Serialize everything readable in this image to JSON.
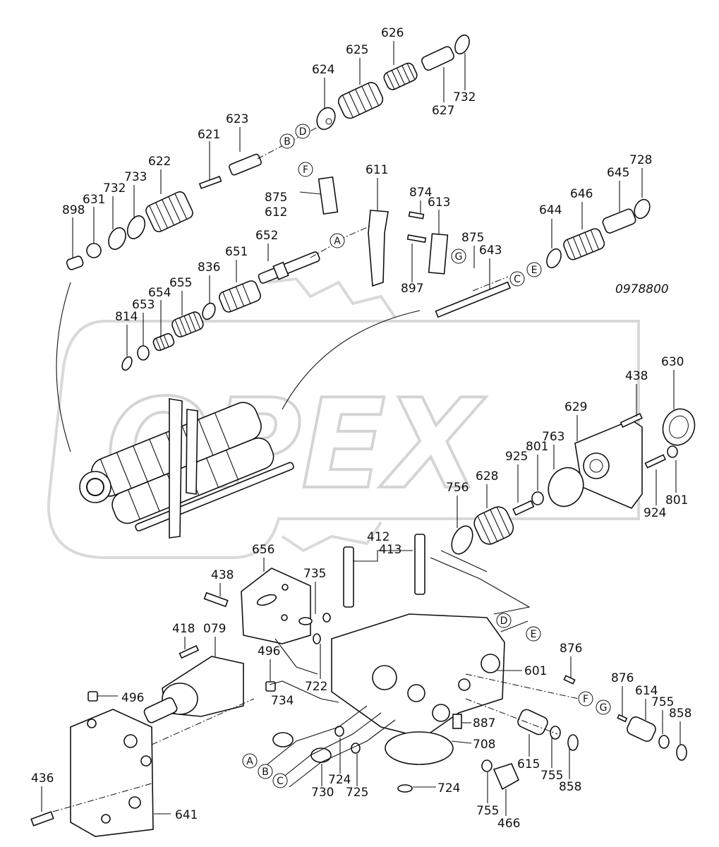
{
  "reference_code": "0978800",
  "watermark": "OPEX",
  "part_labels": [
    {
      "id": "898",
      "text": "898"
    },
    {
      "id": "631",
      "text": "631"
    },
    {
      "id": "732a",
      "text": "732"
    },
    {
      "id": "733",
      "text": "733"
    },
    {
      "id": "622",
      "text": "622"
    },
    {
      "id": "621",
      "text": "621"
    },
    {
      "id": "623",
      "text": "623"
    },
    {
      "id": "624",
      "text": "624"
    },
    {
      "id": "625",
      "text": "625"
    },
    {
      "id": "626",
      "text": "626"
    },
    {
      "id": "627",
      "text": "627"
    },
    {
      "id": "732b",
      "text": "732"
    },
    {
      "id": "875a",
      "text": "875"
    },
    {
      "id": "612",
      "text": "612"
    },
    {
      "id": "611",
      "text": "611"
    },
    {
      "id": "874",
      "text": "874"
    },
    {
      "id": "613",
      "text": "613"
    },
    {
      "id": "875b",
      "text": "875"
    },
    {
      "id": "643",
      "text": "643"
    },
    {
      "id": "897",
      "text": "897"
    },
    {
      "id": "652",
      "text": "652"
    },
    {
      "id": "651",
      "text": "651"
    },
    {
      "id": "836",
      "text": "836"
    },
    {
      "id": "655",
      "text": "655"
    },
    {
      "id": "654",
      "text": "654"
    },
    {
      "id": "653",
      "text": "653"
    },
    {
      "id": "814",
      "text": "814"
    },
    {
      "id": "644",
      "text": "644"
    },
    {
      "id": "646",
      "text": "646"
    },
    {
      "id": "645",
      "text": "645"
    },
    {
      "id": "728",
      "text": "728"
    },
    {
      "id": "630",
      "text": "630"
    },
    {
      "id": "438a",
      "text": "438"
    },
    {
      "id": "629",
      "text": "629"
    },
    {
      "id": "763",
      "text": "763"
    },
    {
      "id": "801a",
      "text": "801"
    },
    {
      "id": "925",
      "text": "925"
    },
    {
      "id": "628",
      "text": "628"
    },
    {
      "id": "756",
      "text": "756"
    },
    {
      "id": "801b",
      "text": "801"
    },
    {
      "id": "924",
      "text": "924"
    },
    {
      "id": "412",
      "text": "412"
    },
    {
      "id": "413",
      "text": "413"
    },
    {
      "id": "656",
      "text": "656"
    },
    {
      "id": "735",
      "text": "735"
    },
    {
      "id": "438b",
      "text": "438"
    },
    {
      "id": "418",
      "text": "418"
    },
    {
      "id": "079",
      "text": "079"
    },
    {
      "id": "496a",
      "text": "496"
    },
    {
      "id": "722",
      "text": "722"
    },
    {
      "id": "601",
      "text": "601"
    },
    {
      "id": "876a",
      "text": "876"
    },
    {
      "id": "496b",
      "text": "496"
    },
    {
      "id": "734",
      "text": "734"
    },
    {
      "id": "876b",
      "text": "876"
    },
    {
      "id": "614",
      "text": "614"
    },
    {
      "id": "755a",
      "text": "755"
    },
    {
      "id": "858a",
      "text": "858"
    },
    {
      "id": "887",
      "text": "887"
    },
    {
      "id": "708",
      "text": "708"
    },
    {
      "id": "615",
      "text": "615"
    },
    {
      "id": "755b",
      "text": "755"
    },
    {
      "id": "858b",
      "text": "858"
    },
    {
      "id": "436",
      "text": "436"
    },
    {
      "id": "730",
      "text": "730"
    },
    {
      "id": "724a",
      "text": "724"
    },
    {
      "id": "725",
      "text": "725"
    },
    {
      "id": "724b",
      "text": "724"
    },
    {
      "id": "755c",
      "text": "755"
    },
    {
      "id": "466",
      "text": "466"
    },
    {
      "id": "641",
      "text": "641"
    }
  ],
  "circle_markers": [
    {
      "id": "B1",
      "text": "B"
    },
    {
      "id": "D1",
      "text": "D"
    },
    {
      "id": "F1",
      "text": "F"
    },
    {
      "id": "A1",
      "text": "A"
    },
    {
      "id": "G1",
      "text": "G"
    },
    {
      "id": "C1",
      "text": "C"
    },
    {
      "id": "E1",
      "text": "E"
    },
    {
      "id": "D2",
      "text": "D"
    },
    {
      "id": "E2",
      "text": "E"
    },
    {
      "id": "F2",
      "text": "F"
    },
    {
      "id": "G2",
      "text": "G"
    },
    {
      "id": "A2",
      "text": "A"
    },
    {
      "id": "B2",
      "text": "B"
    },
    {
      "id": "C2",
      "text": "C"
    }
  ]
}
